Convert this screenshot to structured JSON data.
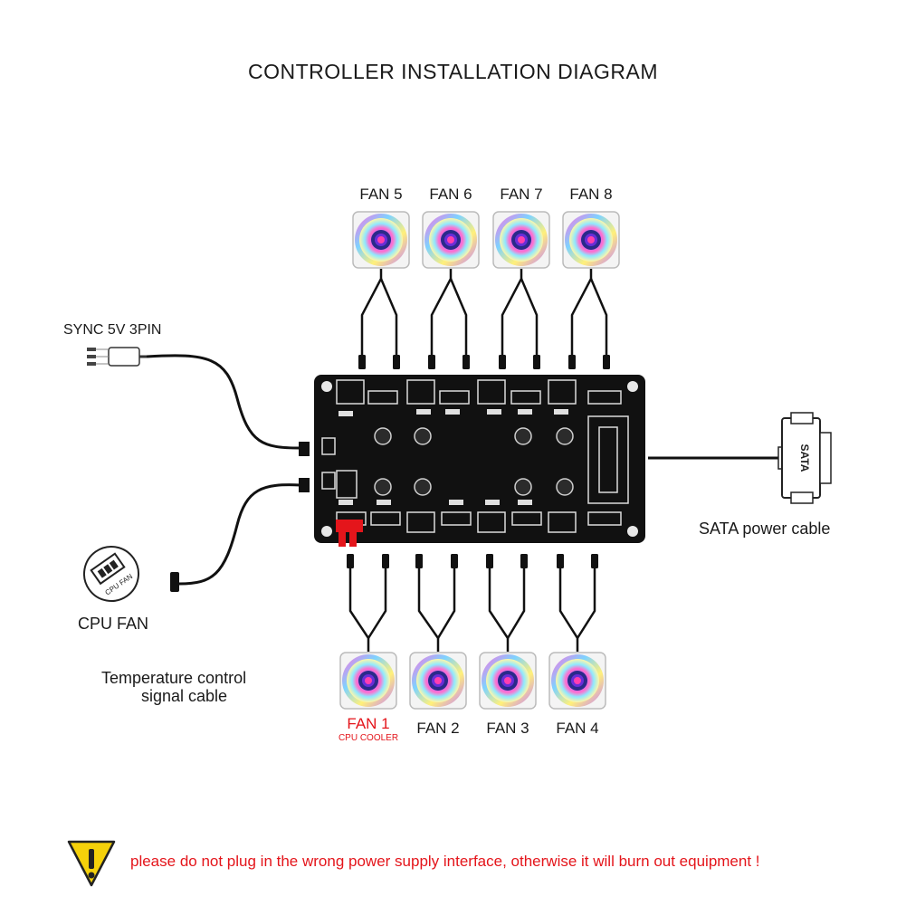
{
  "title": "CONTROLLER INSTALLATION DIAGRAM",
  "top_fans": [
    "FAN 5",
    "FAN 6",
    "FAN 7",
    "FAN 8"
  ],
  "bottom_fans": [
    "FAN 1",
    "FAN 2",
    "FAN 3",
    "FAN 4"
  ],
  "fan1_sub": "CPU COOLER",
  "sync_label": "SYNC 5V 3PIN",
  "cpu_fan_label": "CPU FAN",
  "cpu_fan_icon_text": "CPU FAN",
  "temp_label_line1": "Temperature control",
  "temp_label_line2": "signal cable",
  "sata_label": "SATA power cable",
  "sata_icon_text": "SATA",
  "warning": "please do not plug in the wrong power supply interface, otherwise it will burn out equipment !",
  "colors": {
    "accent_red": "#e4151b",
    "board": "#111111",
    "warning_yellow": "#f5d10a"
  }
}
